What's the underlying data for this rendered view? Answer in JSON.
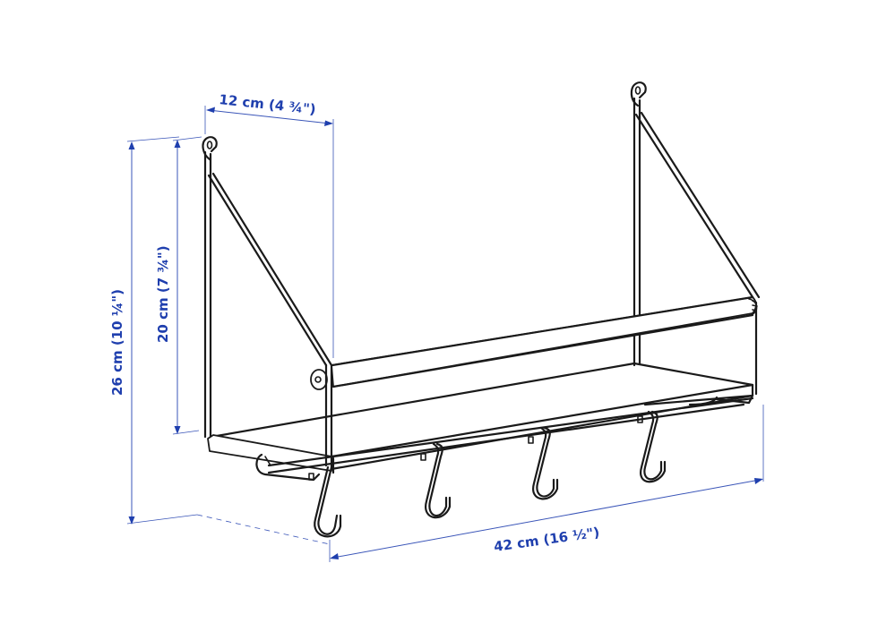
{
  "diagram": {
    "subject": "Wall shelf with rail and hooks",
    "line_color": "#1a1a1a",
    "dimension_color": "#1f3fae",
    "hook_count": 5,
    "dimensions": {
      "depth": {
        "label": "12 cm (4 ¾\")",
        "cm": 12,
        "inches": "4 ¾"
      },
      "inner_height": {
        "label": "20 cm (7 ¾\")",
        "cm": 20,
        "inches": "7 ¾"
      },
      "total_height": {
        "label": "26 cm (10 ¼\")",
        "cm": 26,
        "inches": "10 ¼"
      },
      "width": {
        "label": "42 cm (16 ½\")",
        "cm": 42,
        "inches": "16 ½"
      }
    }
  }
}
